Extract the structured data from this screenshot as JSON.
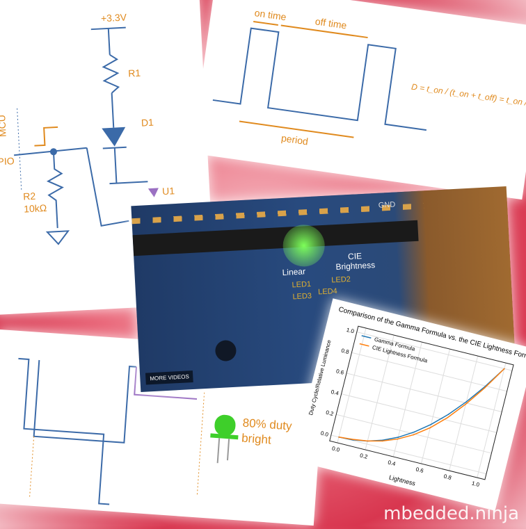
{
  "circuit": {
    "supply": "+3.3V",
    "r1": "R1",
    "d1": "D1",
    "u1": "U1",
    "mcu": "MCU",
    "gpio": "GPIO",
    "r2": "R2",
    "r2_value": "10kΩ"
  },
  "pwm": {
    "on_time": "on time",
    "off_time": "off time",
    "period": "period",
    "formula": "D = t_on / (t_on + t_off) = t_on / t_period"
  },
  "photo": {
    "label_linear": "Linear",
    "label_cie": "CIE Brightness",
    "led1": "LED1",
    "led2": "LED2",
    "led3": "LED3",
    "led4": "LED4",
    "gnd": "GND",
    "more_videos": "MORE VIDEOS"
  },
  "wave2": {
    "caption_line1": "80% duty",
    "caption_line2": "bright"
  },
  "watermark": "mbedded.ninja",
  "chart_data": {
    "type": "line",
    "title": "Comparison of the Gamma Formula vs. the CIE Lightness Formula",
    "xlabel": "Lightness",
    "ylabel": "Duty Cycle/Relative Luminance",
    "xlim": [
      0,
      1
    ],
    "ylim": [
      0,
      1
    ],
    "grid": true,
    "legend": "top-left",
    "xticks": [
      "0.0",
      "0.2",
      "0.4",
      "0.6",
      "0.8",
      "1.0"
    ],
    "yticks": [
      "0.0",
      "0.2",
      "0.4",
      "0.6",
      "0.8",
      "1.0"
    ],
    "x": [
      0,
      0.1,
      0.2,
      0.3,
      0.4,
      0.5,
      0.6,
      0.7,
      0.8,
      0.9,
      1.0
    ],
    "series": [
      {
        "name": "Gamma Formula",
        "color": "#1f77b4",
        "values": [
          0,
          0.006,
          0.029,
          0.071,
          0.133,
          0.218,
          0.325,
          0.456,
          0.612,
          0.793,
          1.0
        ]
      },
      {
        "name": "CIE Lightness Formula",
        "color": "#ff7f0e",
        "values": [
          0,
          0.011,
          0.03,
          0.063,
          0.116,
          0.191,
          0.293,
          0.425,
          0.59,
          0.78,
          1.0
        ]
      }
    ]
  }
}
